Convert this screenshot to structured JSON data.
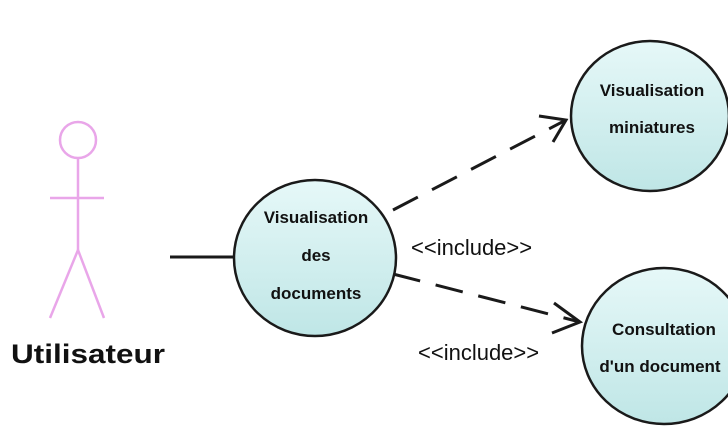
{
  "actor": {
    "name": "Utilisateur"
  },
  "use_cases": {
    "main": {
      "line1": "Visualisation",
      "line2": "des",
      "line3": "documents"
    },
    "miniatures": {
      "line1": "Visualisation",
      "line2": "miniatures"
    },
    "consultation": {
      "line1": "Consultation",
      "line2": "d'un document"
    }
  },
  "relations": {
    "include_top": "<<include>>",
    "include_bottom": "<<include>>"
  },
  "colors": {
    "actor": "#e9a6e9",
    "use_case_fill": "#cfeeee",
    "stroke": "#1a1a1a"
  }
}
